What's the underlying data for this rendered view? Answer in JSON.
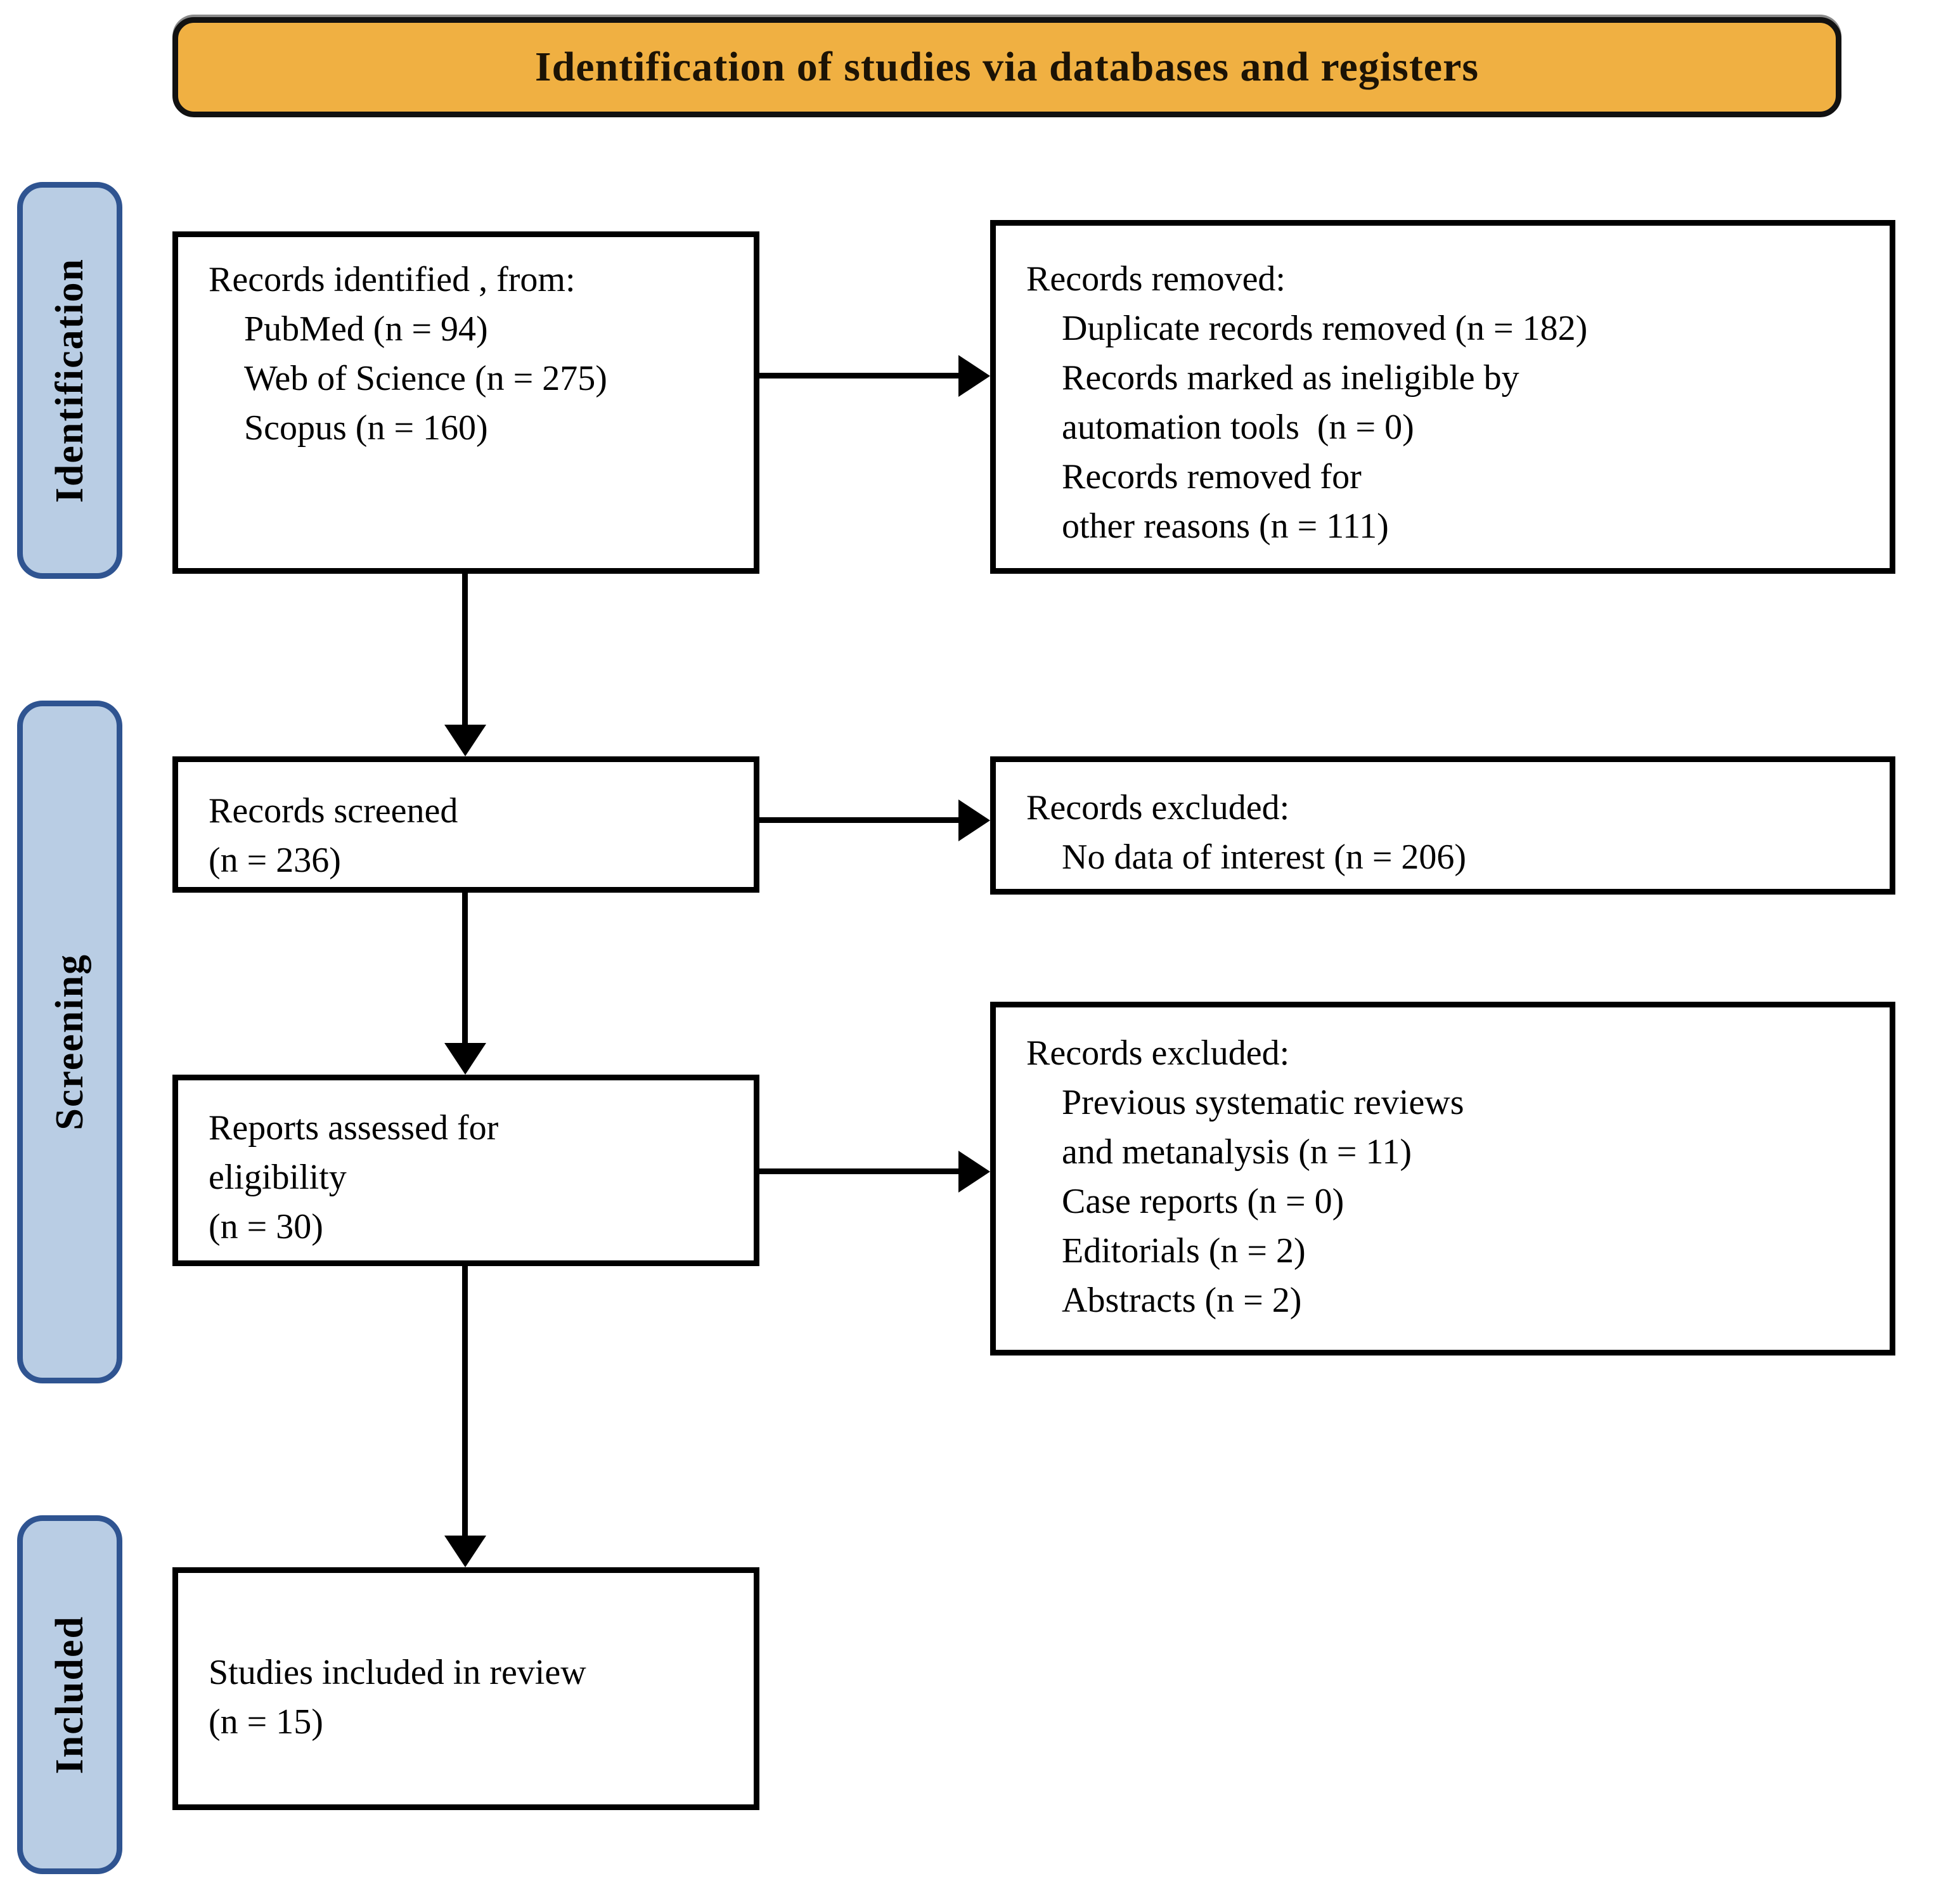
{
  "title": "Identification of studies via databases and registers",
  "colors": {
    "banner_fill": "#F0B042",
    "banner_border": "#111111",
    "stage_fill": "#B9CDE4",
    "stage_border": "#2F5491",
    "box_border": "#000000",
    "arrow": "#000000",
    "text": "#000000"
  },
  "stages": [
    {
      "label": "Identification"
    },
    {
      "label": "Screening"
    },
    {
      "label": "Included"
    }
  ],
  "boxes": {
    "records_identified": {
      "lines": [
        "Records identified , from:",
        "PubMed (n = 94)",
        "Web of Science (n = 275)",
        "Scopus (n = 160)"
      ]
    },
    "records_removed": {
      "lines": [
        "Records removed:",
        "Duplicate records removed (n = 182)",
        "Records marked as ineligible by",
        "automation tools  (n = 0)",
        "Records removed for",
        "other reasons (n = 111)"
      ]
    },
    "records_screened": {
      "lines": [
        "Records screened",
        "(n = 236)"
      ]
    },
    "records_excluded_screening": {
      "lines": [
        "Records excluded:",
        "No data of interest (n = 206)"
      ]
    },
    "reports_assessed": {
      "lines": [
        "Reports assessed for",
        "eligibility",
        "(n = 30)"
      ]
    },
    "records_excluded_eligibility": {
      "lines": [
        "Records excluded:",
        "Previous systematic reviews",
        "and metanalysis (n = 11)",
        "Case reports (n = 0)",
        "Editorials (n = 2)",
        "Abstracts (n = 2)"
      ]
    },
    "studies_included": {
      "lines": [
        "Studies included in review",
        "(n = 15)"
      ]
    }
  }
}
